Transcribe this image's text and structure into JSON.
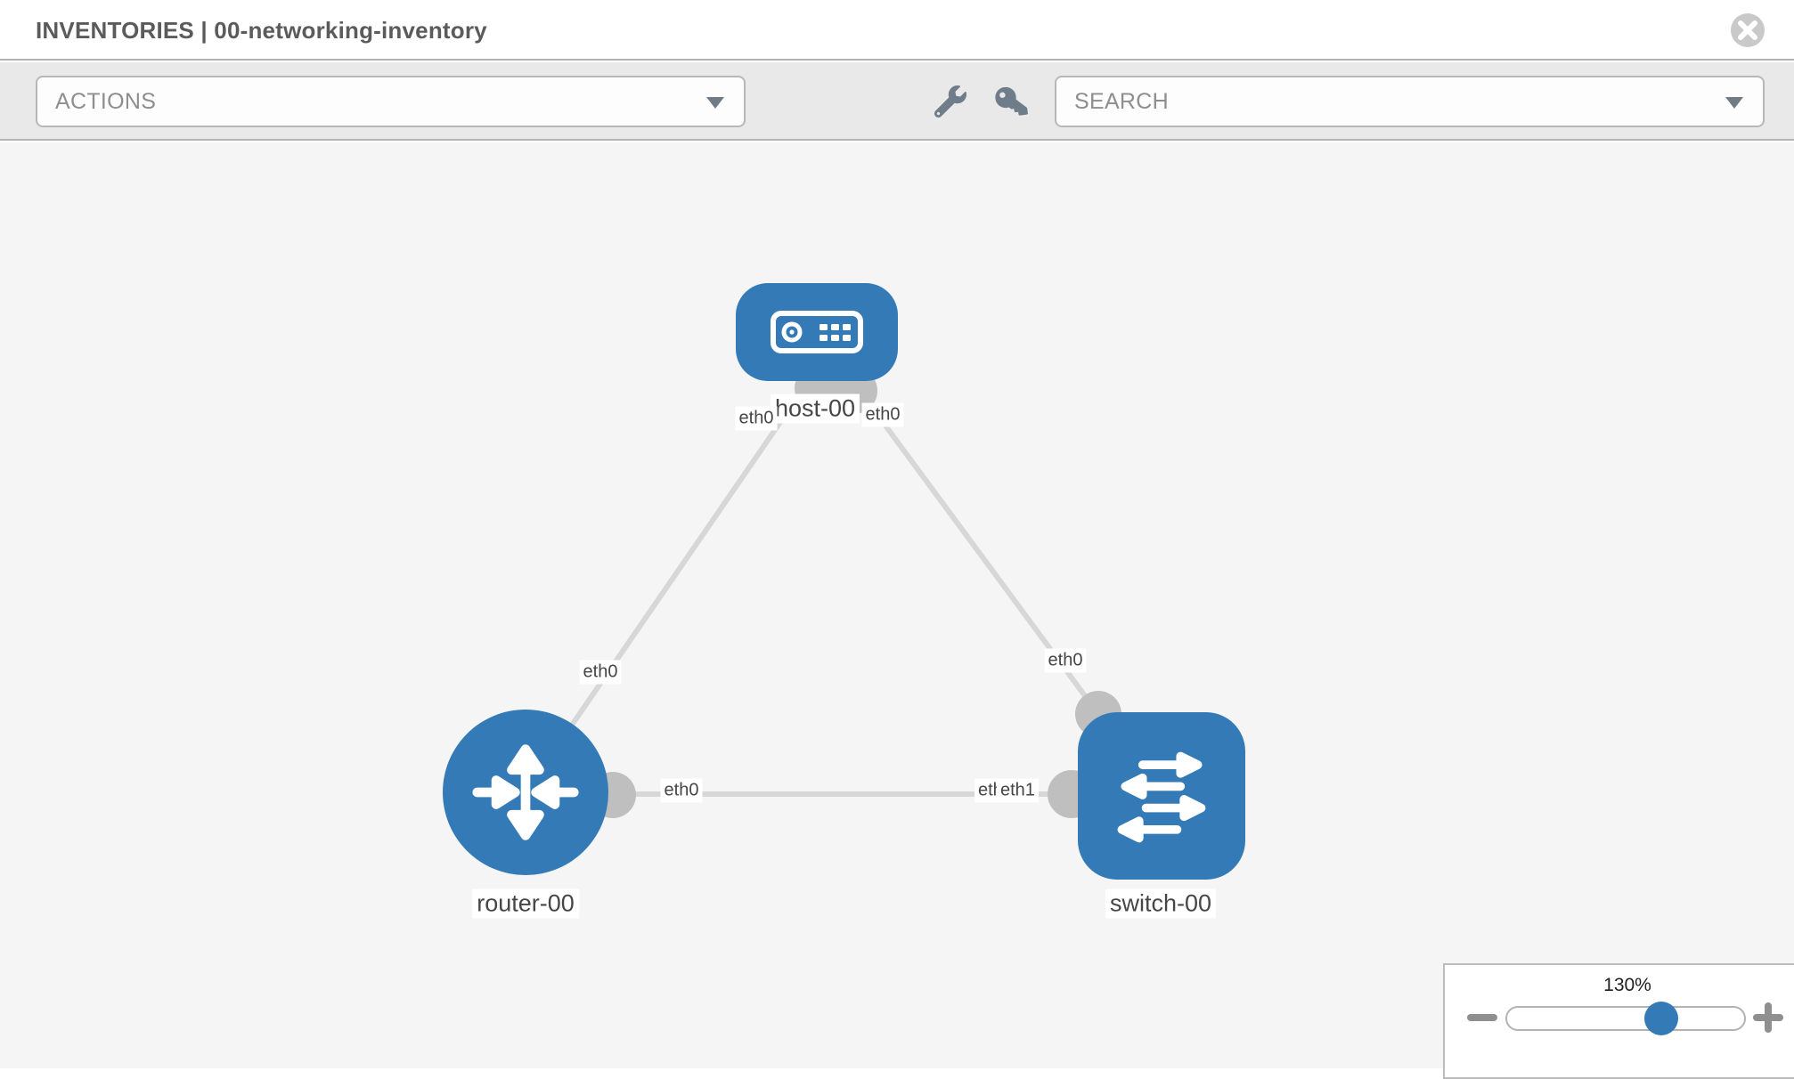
{
  "header": {
    "title": "INVENTORIES | 00-networking-inventory"
  },
  "toolbar": {
    "actions_label": "ACTIONS",
    "search_label": "SEARCH",
    "tool_icons": [
      "wrench-icon",
      "key-icon"
    ]
  },
  "topology": {
    "nodes": [
      {
        "label": "host-00",
        "type": "host"
      },
      {
        "label": "router-00",
        "type": "router"
      },
      {
        "label": "switch-00",
        "type": "switch"
      }
    ],
    "links": [
      {
        "from": "host-00",
        "to": "router-00",
        "from_iface": "eth0",
        "to_iface": "eth0"
      },
      {
        "from": "host-00",
        "to": "switch-00",
        "from_iface": "eth0",
        "to_iface": "eth0"
      },
      {
        "from": "router-00",
        "to": "switch-00",
        "from_iface": "eth0",
        "to_iface": "eth1",
        "to_iface_overlapped": "eth0"
      }
    ]
  },
  "zoom_control": {
    "level": "130%"
  },
  "colors": {
    "node_blue": "#337ab7",
    "link_gray": "#d7d7d7",
    "connector_gray": "#bfbfbf",
    "toolbar_bg": "#e9e9e9",
    "canvas_bg": "#f5f5f5"
  }
}
